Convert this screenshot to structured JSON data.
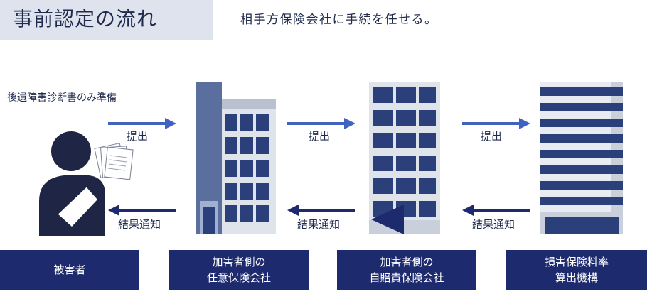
{
  "header": {
    "title": "事前認定の流れ",
    "subtitle": "相手方保険会社に手続を任せる。"
  },
  "documents_note": "後遺障害診断書のみ準備",
  "flow": {
    "submit_label": "提出",
    "result_label": "結果通知"
  },
  "parties": [
    {
      "label": "被害者"
    },
    {
      "label": "加害者側の\n任意保険会社"
    },
    {
      "label": "加害者側の\n自賠責保険会社"
    },
    {
      "label": "損害保険料率\n算出機構"
    }
  ],
  "colors": {
    "navy": "#1e2a6e",
    "submit_arrow": "#3f63bf",
    "result_arrow": "#1e2a6e",
    "title_bg": "#dfe3ee"
  }
}
